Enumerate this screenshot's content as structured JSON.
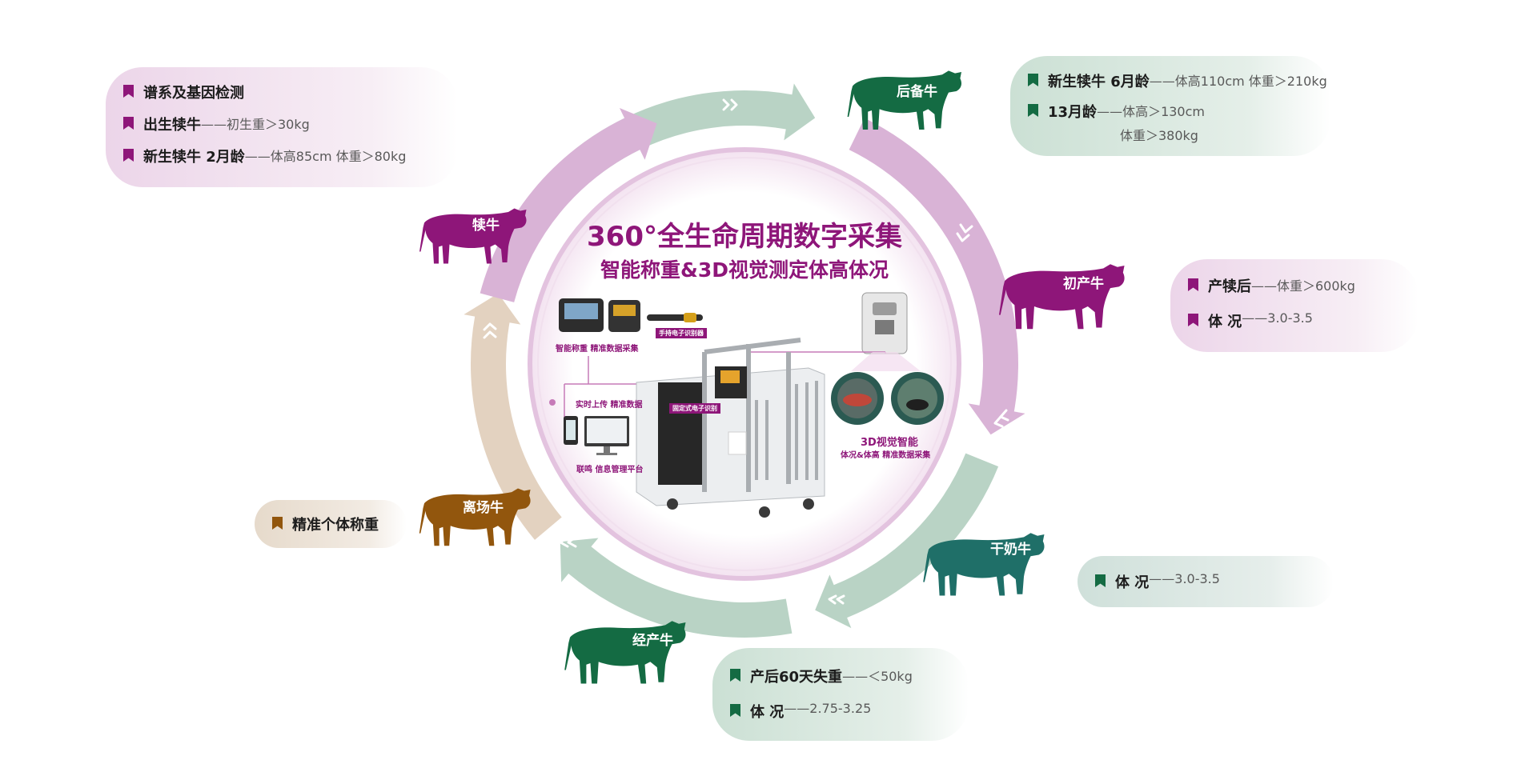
{
  "center": {
    "title": "360°全生命周期数字采集",
    "subtitle": "智能称重&3D视觉测定体高体况",
    "captions": {
      "weighing": "智能称重 精准数据采集",
      "handheld": "手持电子识别器",
      "upload": "实时上传 精准数据",
      "fixed_reader": "固定式电子识别",
      "platform": "联鸣 信息管理平台",
      "vision_title": "3D视觉智能",
      "vision_sub": "体况&体高 精准数据采集"
    }
  },
  "stages": {
    "calf": {
      "label": "犊牛",
      "color": "#8e1679"
    },
    "reserve": {
      "label": "后备牛",
      "color": "#146b43"
    },
    "first_parity": {
      "label": "初产牛",
      "color": "#8e1679"
    },
    "dry": {
      "label": "干奶牛",
      "color": "#1f6f68"
    },
    "multiparous": {
      "label": "经产牛",
      "color": "#146b43"
    },
    "culled": {
      "label": "离场牛",
      "color": "#92560d"
    }
  },
  "cards": {
    "calf": [
      {
        "label": "谱系及基因检测",
        "value": ""
      },
      {
        "label": "出生犊牛",
        "value": "——初生重＞30kg"
      },
      {
        "label": "新生犊牛 2月龄",
        "value": "——体高85cm   体重＞80kg"
      }
    ],
    "reserve": [
      {
        "label": "新生犊牛 6月龄",
        "value": "——体高110cm 体重＞210kg"
      },
      {
        "label": "13月龄",
        "value": "——体高＞130cm",
        "value2": "体重＞380kg"
      }
    ],
    "first_parity": [
      {
        "label": "产犊后",
        "value": "——体重＞600kg"
      },
      {
        "label": "体   况",
        "value": "——3.0-3.5"
      }
    ],
    "dry": [
      {
        "label": "体   况",
        "value": "——3.0-3.5"
      }
    ],
    "multiparous": [
      {
        "label": "产后60天失重",
        "value": "——＜50kg"
      },
      {
        "label": "体   况",
        "value": "——2.75-3.25"
      }
    ],
    "culled": [
      {
        "label": "精准个体称重",
        "value": ""
      }
    ]
  },
  "colors": {
    "purple": "#8e1679",
    "purple_arc": "#d9b3d6",
    "green_arc": "#b9d3c5",
    "brown_arc": "#e3d2c0",
    "green": "#146b43",
    "teal": "#1f6f68",
    "brown": "#92560d"
  },
  "icons": [
    "bookmark-icon",
    "cow-silhouette-icon",
    "chevron-arrow-icon",
    "scale-indicator-icon",
    "rfid-reader-icon",
    "camera-icon",
    "phone-icon",
    "monitor-icon"
  ]
}
